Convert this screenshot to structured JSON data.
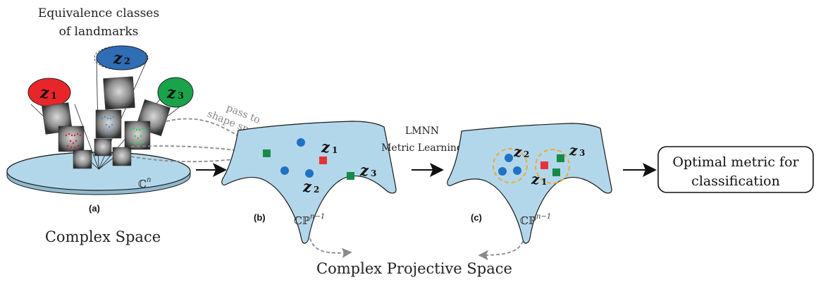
{
  "top_label": {
    "line1": "Equivalence classes",
    "line2": "of landmarks"
  },
  "cones": [
    {
      "letter": "z",
      "sub": "1",
      "color": "#e8262a"
    },
    {
      "letter": "z",
      "sub": "2",
      "color": "#2f6db5"
    },
    {
      "letter": "z",
      "sub": "3",
      "color": "#1aa34a"
    }
  ],
  "pass_label": {
    "line1": "pass to",
    "line2": "shape space"
  },
  "cn_label": "ℂ",
  "cn_sup": "n",
  "cp_label": "ℂℙ",
  "cp_sup": "n−1",
  "panel_a": {
    "tag": "(a)",
    "caption": "Complex Space"
  },
  "panel_b": {
    "tag": "(b)"
  },
  "panel_c": {
    "tag": "(c)"
  },
  "lmnn": {
    "line1": "LMNN",
    "line2": "Metric Learning"
  },
  "points_b": [
    {
      "letter": "z",
      "sub": "1"
    },
    {
      "letter": "z",
      "sub": "2"
    },
    {
      "letter": "z",
      "sub": "3"
    }
  ],
  "points_c": [
    {
      "letter": "z",
      "sub": "2"
    },
    {
      "letter": "z",
      "sub": "3"
    },
    {
      "letter": "z",
      "sub": "1"
    }
  ],
  "result_box": {
    "line1": "Optimal metric for",
    "line2": "classification"
  },
  "bottom_label": "Complex Projective Space",
  "colors": {
    "surface": "#b3d7ea",
    "blue_point": "#1f72c4",
    "red_point": "#e8323a",
    "green_point": "#168a47",
    "dashed_circle": "#f0a830",
    "arrow": "#111111",
    "gray_dashed": "#8a8a8a"
  }
}
